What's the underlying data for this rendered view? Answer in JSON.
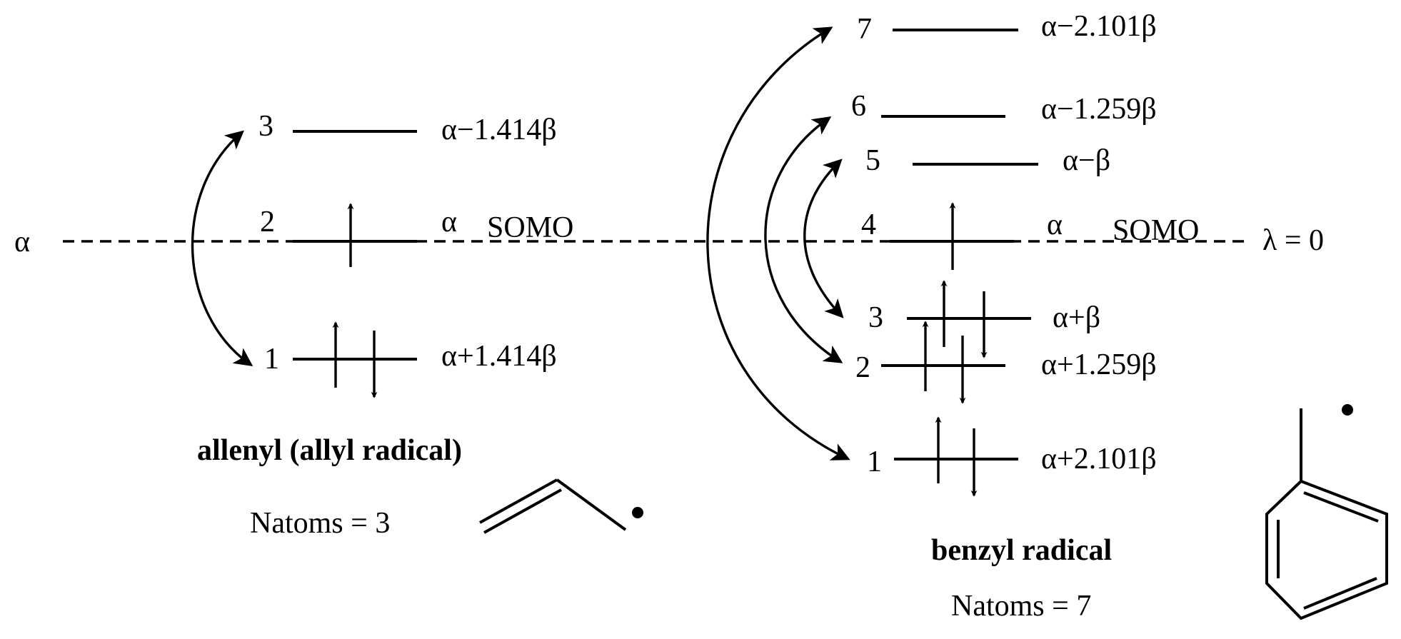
{
  "reference": {
    "left_label": "α",
    "right_label": "λ = 0"
  },
  "allyl": {
    "name": "allenyl (allyl radical)",
    "natoms": "Natoms = 3",
    "levels": [
      {
        "index": "3",
        "energy": "α−1.414β",
        "electrons": 0
      },
      {
        "index": "2",
        "energy": "α",
        "tag": "SOMO",
        "electrons": 1
      },
      {
        "index": "1",
        "energy": "α+1.414β",
        "electrons": 2
      }
    ]
  },
  "benzyl": {
    "name": "benzyl radical",
    "natoms": "Natoms = 7",
    "levels": [
      {
        "index": "7",
        "energy": "α−2.101β",
        "electrons": 0
      },
      {
        "index": "6",
        "energy": "α−1.259β",
        "electrons": 0
      },
      {
        "index": "5",
        "energy": "α−β",
        "electrons": 0
      },
      {
        "index": "4",
        "energy": "α",
        "tag": "SOMO",
        "electrons": 1
      },
      {
        "index": "3",
        "energy": "α+β",
        "electrons": 2
      },
      {
        "index": "2",
        "energy": "α+1.259β",
        "electrons": 2
      },
      {
        "index": "1",
        "energy": "α+2.101β",
        "electrons": 2
      }
    ]
  }
}
